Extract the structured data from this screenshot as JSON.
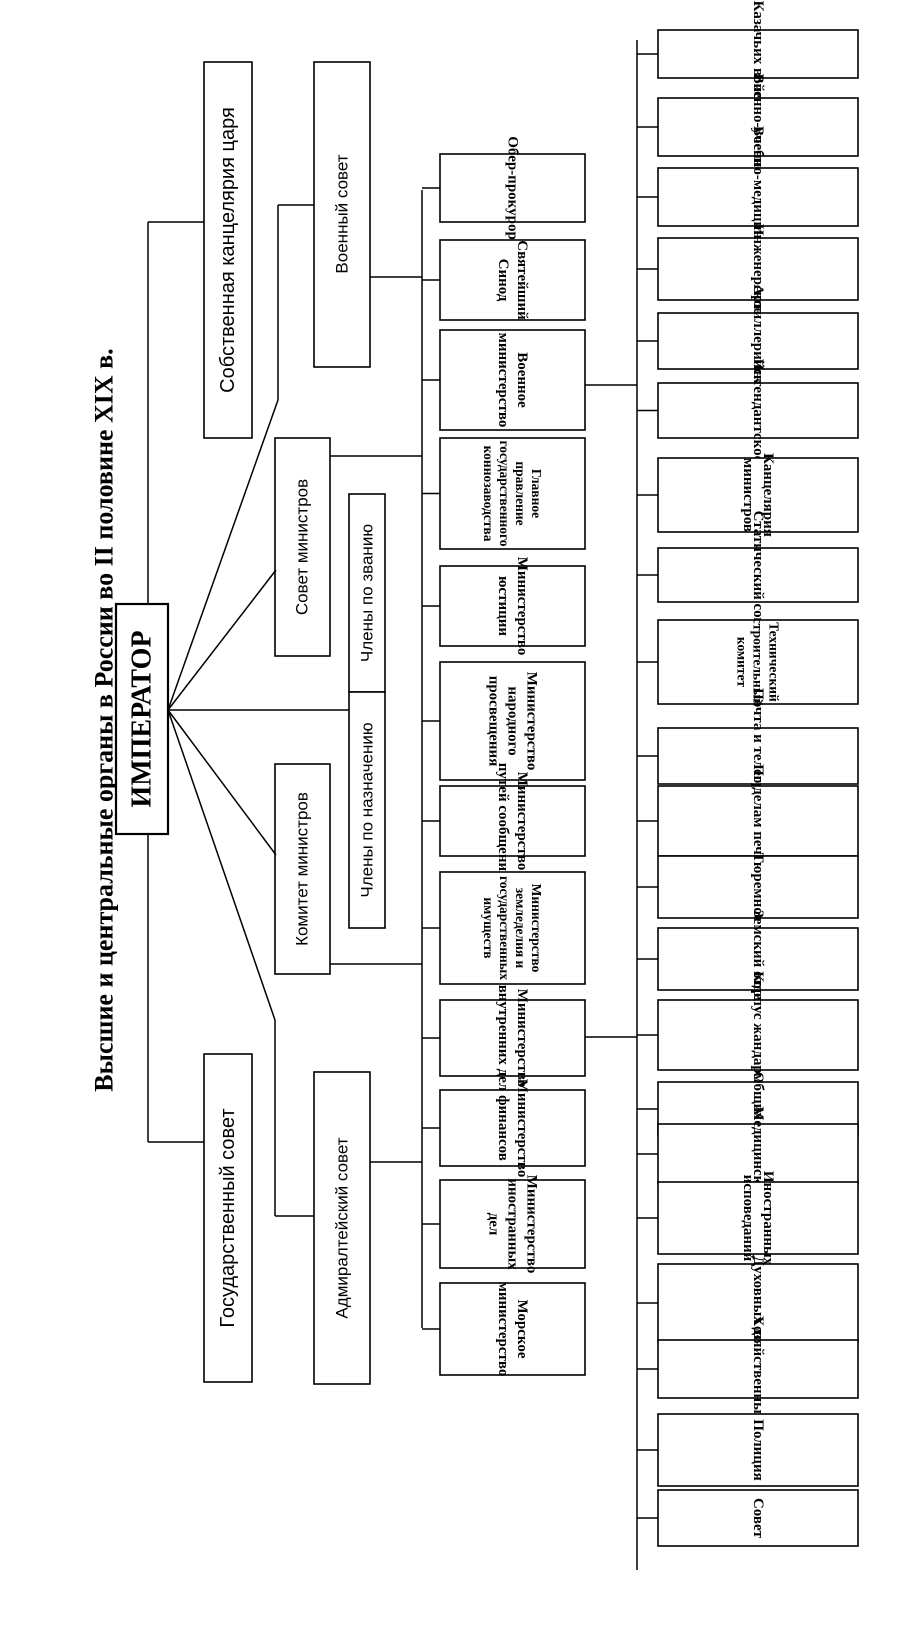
{
  "title": "Высшие и центральные органы в России во II половине XIX в.",
  "emperor": "ИМПЕРАТОР",
  "own_chancellery": "Собственная канцелярия царя",
  "state_council": "Государственный совет",
  "military_council": "Военный совет",
  "admiralty_council": "Адмиралтейский совет",
  "council_of_ministers": "Совет министров",
  "committee_of_ministers": "Комитет министров",
  "members_by_rank": "Члены по званию",
  "members_by_appointment": "Члены по назначению",
  "ministries": [
    [
      "Обер-прокурор"
    ],
    [
      "Святейший",
      "Синод"
    ],
    [
      "Военное",
      "министерство"
    ],
    [
      "Главное",
      "правление",
      "государственного",
      "коннозаводства"
    ],
    [
      "Министерство",
      "юстиции"
    ],
    [
      "Министерство",
      "народного",
      "просвещения"
    ],
    [
      "Министерство",
      "путей сообщения"
    ],
    [
      "Министерство",
      "земледелия и",
      "государственных",
      "имуществ"
    ],
    [
      "Министерство",
      "внутренних дел"
    ],
    [
      "Министерство",
      "финансов"
    ],
    [
      "Министерство",
      "иностранных",
      "дел"
    ],
    [
      "Морское",
      "министерство"
    ]
  ],
  "departments": [
    [
      "Казачьих войск"
    ],
    [
      "Военно-учебное"
    ],
    [
      "Военно-медицинское"
    ],
    [
      "Инженерское"
    ],
    [
      "Артиллерийское"
    ],
    [
      "Интендантское"
    ],
    [
      "Канцелярия",
      "министров"
    ],
    [
      "Статический совет"
    ],
    [
      "Технический",
      "строительный",
      "комитет"
    ],
    [
      "Почта и телеграфов"
    ],
    [
      "По делам печати"
    ],
    [
      "Тюремное"
    ],
    [
      "Земский отдел"
    ],
    [
      "Корпус жандармов"
    ],
    [
      "Общих дел"
    ],
    [
      "Медицинский"
    ],
    [
      "Иностранных",
      "исповеданий"
    ],
    [
      "Духовных дел"
    ],
    [
      "Хозяйственный"
    ],
    [
      "Полиция"
    ],
    [
      "Совет"
    ]
  ]
}
